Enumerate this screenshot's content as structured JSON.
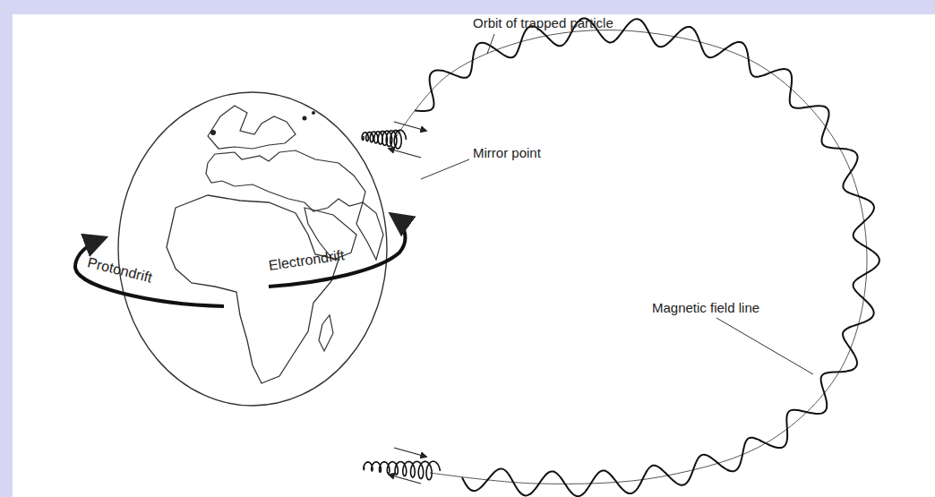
{
  "diagram": {
    "labels": [
      "Orbit of trapped particle",
      "Mirror point",
      "Magnetic field line",
      "Protondrift",
      "Electrondrift"
    ]
  }
}
